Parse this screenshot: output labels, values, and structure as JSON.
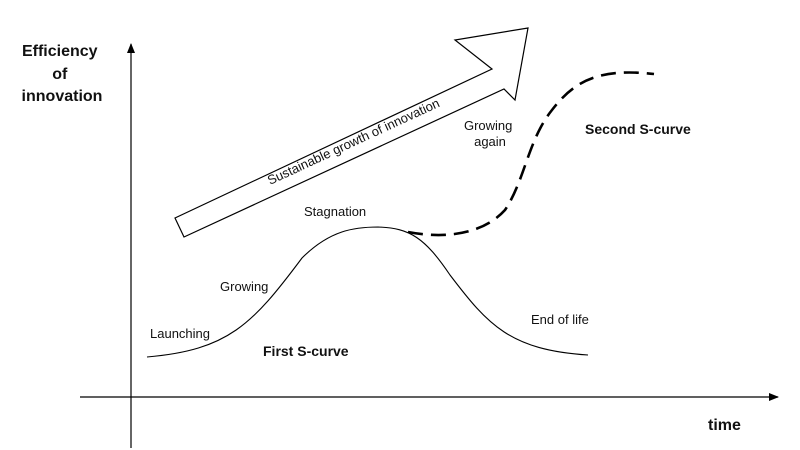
{
  "diagram": {
    "y_axis_title": [
      "Efficiency",
      "of",
      "innovation"
    ],
    "x_axis_title": "time",
    "arrow_label": "Sustainable growth of innovation",
    "phases": {
      "launching": "Launching",
      "growing": "Growing",
      "stagnation": "Stagnation",
      "end_of_life": "End of life",
      "growing_again": [
        "Growing",
        "again"
      ]
    },
    "curves": {
      "first": "First S-curve",
      "second": "Second S-curve"
    }
  }
}
